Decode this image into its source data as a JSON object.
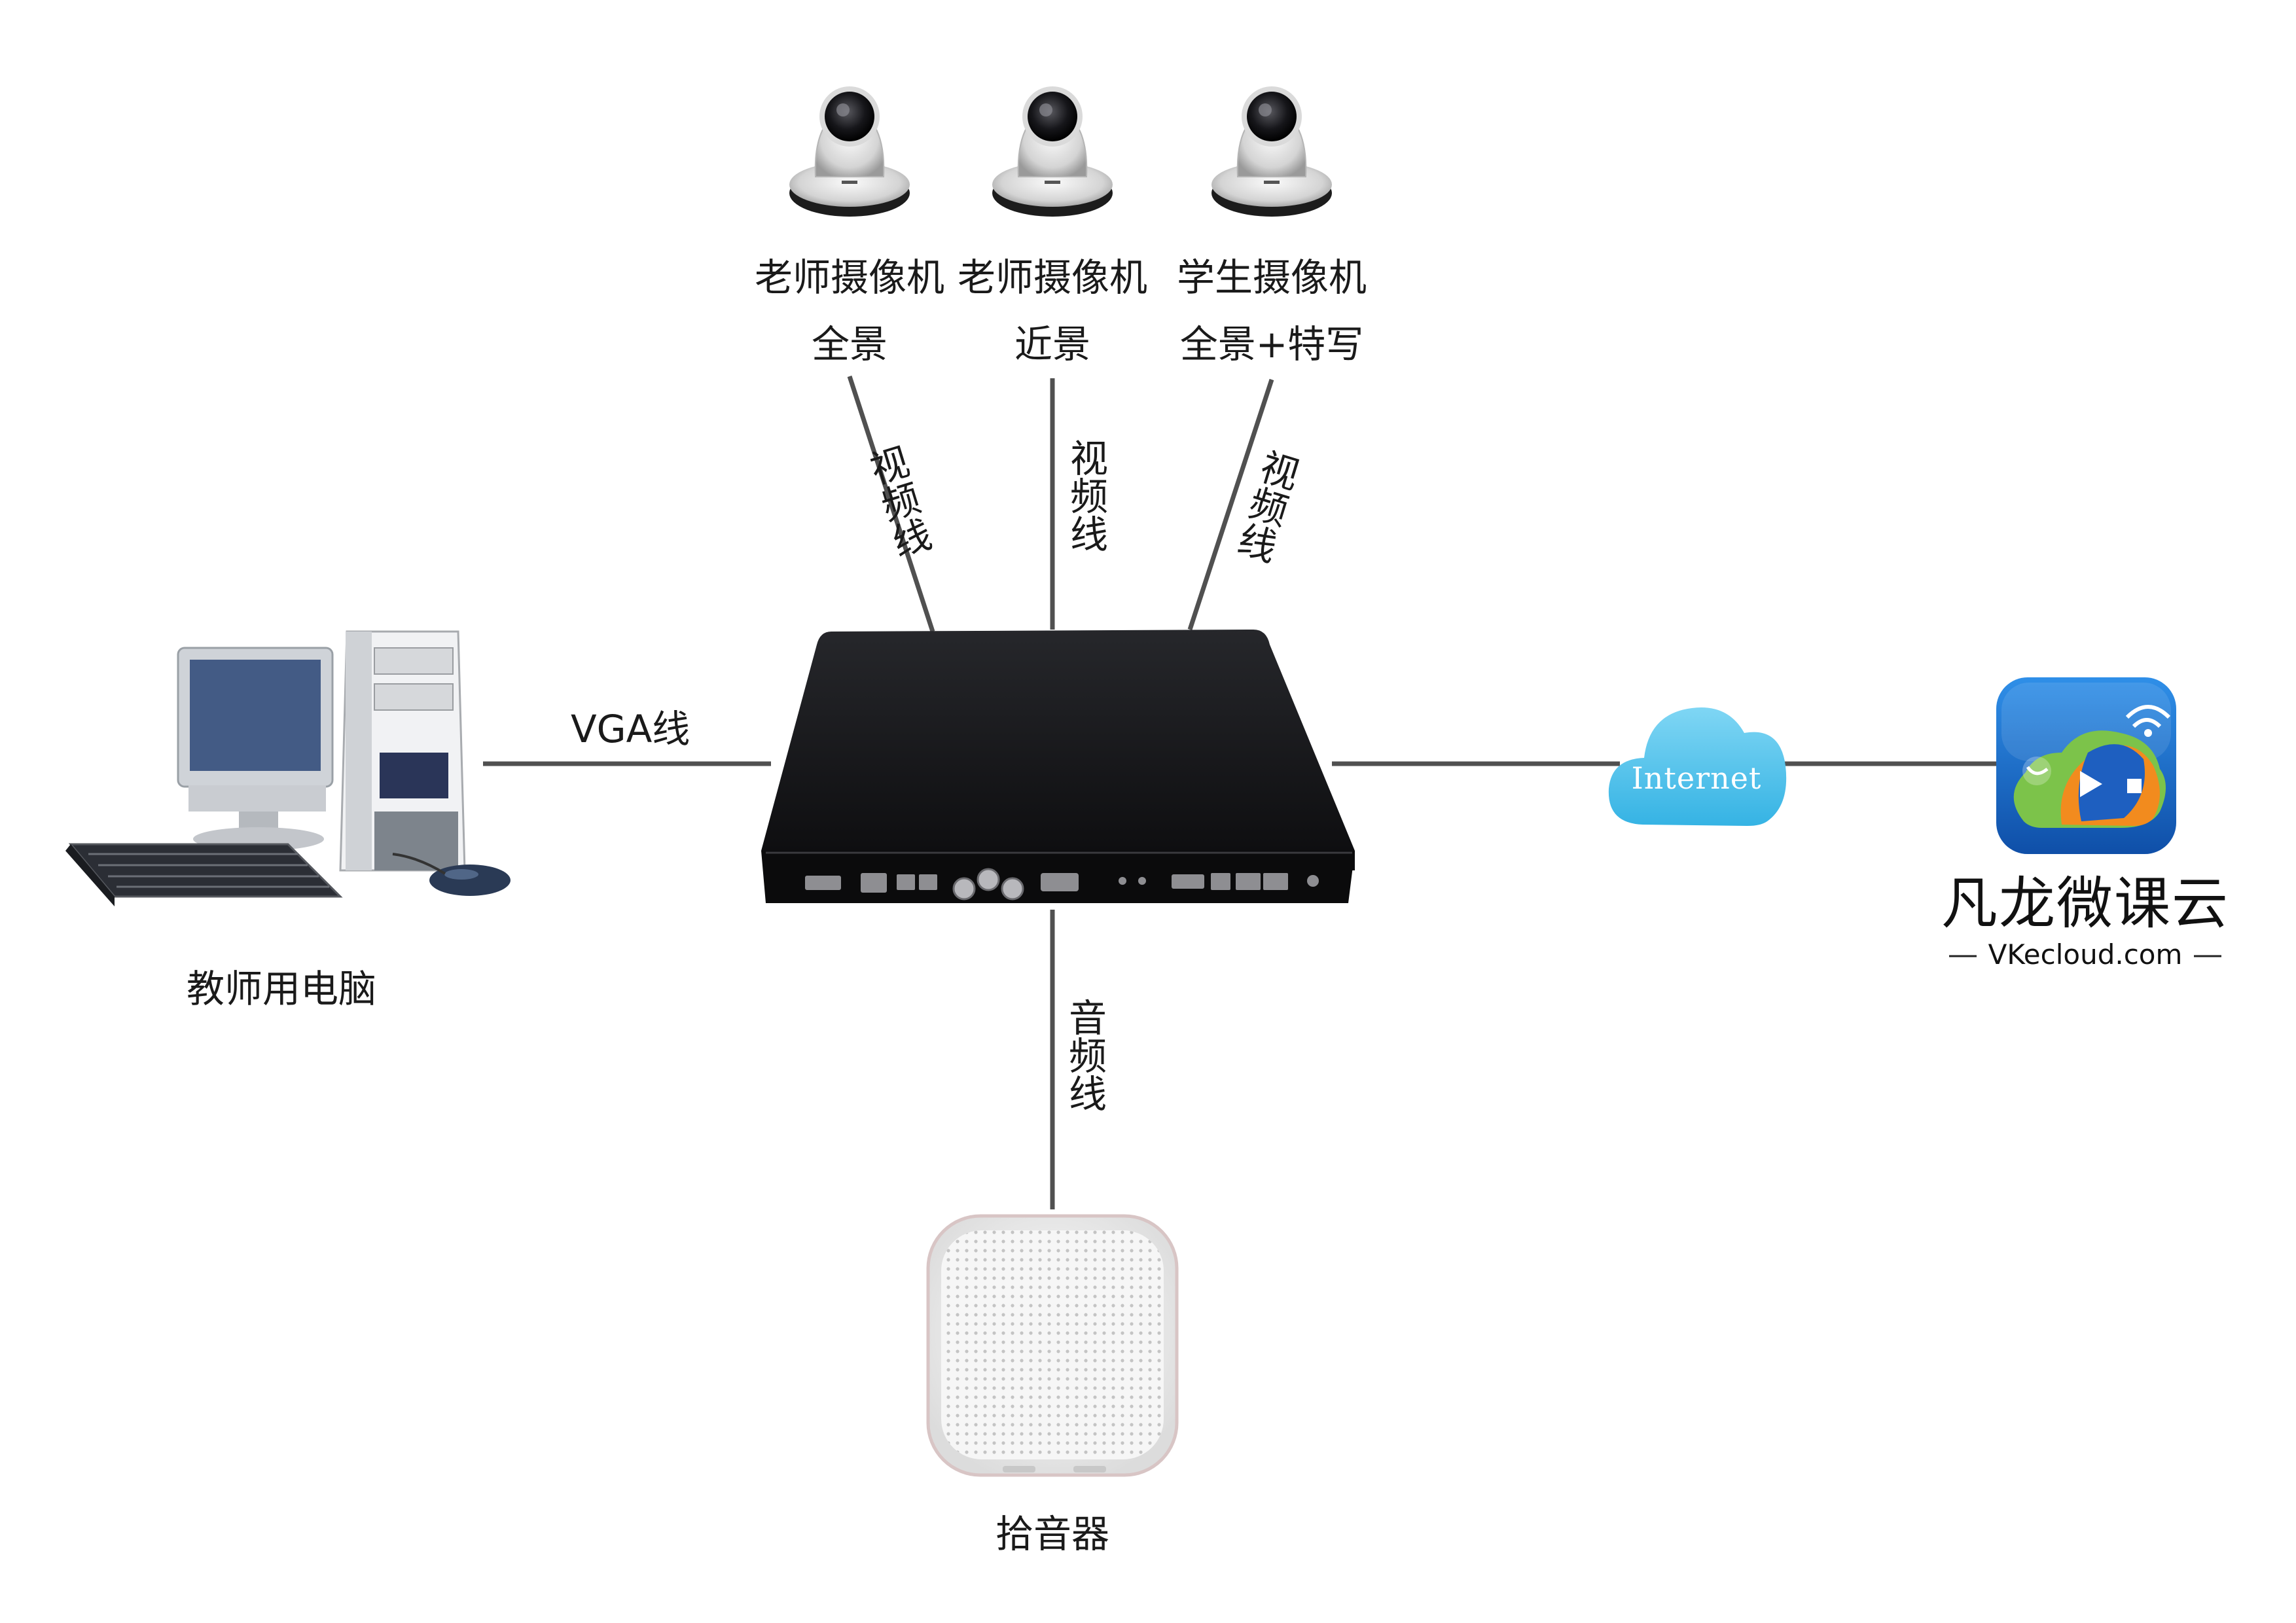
{
  "cameras": [
    {
      "title": "老师摄像机",
      "subtitle": "全景"
    },
    {
      "title": "老师摄像机",
      "subtitle": "近景"
    },
    {
      "title": "学生摄像机",
      "subtitle": "全景+特写"
    }
  ],
  "links": {
    "video_cable": "视频线",
    "vga_cable": "VGA线",
    "audio_cable": "音频线"
  },
  "devices": {
    "teacher_pc": "教师用电脑",
    "microphone": "拾音器"
  },
  "cloud": {
    "label": "Internet"
  },
  "brand": {
    "name": "凡龙微课云",
    "url": "VKecloud.com"
  },
  "colors": {
    "line": "#505050",
    "cloud": "#4fc2ea",
    "app_blue": "#1b6fd0",
    "recorder": "#141416"
  }
}
